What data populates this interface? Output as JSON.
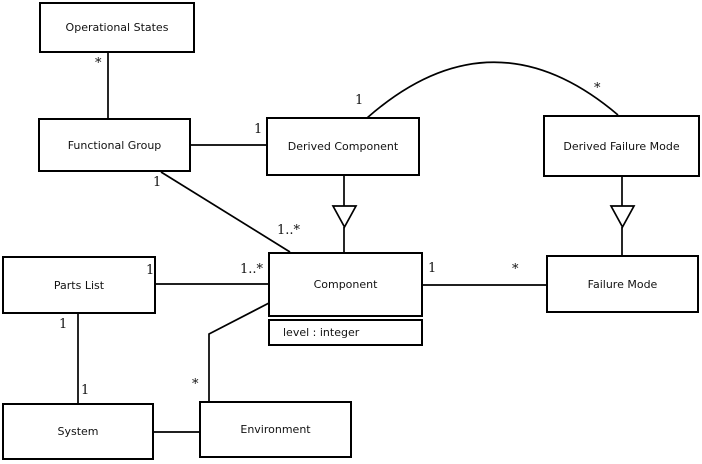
{
  "diagram": {
    "type": "uml-class-diagram",
    "background_color": "#ffffff",
    "line_color": "#000000",
    "classes": {
      "operational_states": {
        "label": "Operational States"
      },
      "functional_group": {
        "label": "Functional Group"
      },
      "derived_component": {
        "label": "Derived Component"
      },
      "derived_failure_mode": {
        "label": "Derived Failure Mode"
      },
      "parts_list": {
        "label": "Parts List"
      },
      "component": {
        "label": "Component",
        "attribute": "level : integer"
      },
      "failure_mode": {
        "label": "Failure Mode"
      },
      "system": {
        "label": "System"
      },
      "environment": {
        "label": "Environment"
      }
    },
    "multiplicities": {
      "os_end_star": "*",
      "dc_fg_end_one": "1",
      "fg_comp_end_one": "1",
      "comp_fg_end_many": "1..*",
      "dc_arc_end_one": "1",
      "dfm_arc_end_star": "*",
      "pl_comp_end_one": "1",
      "comp_pl_end_many": "1..*",
      "comp_fm_end_one": "1",
      "fm_comp_end_star": "*",
      "pl_sys_end_one": "1",
      "sys_pl_end_one": "1",
      "env_comp_end_star": "*"
    },
    "relationships": [
      {
        "from": "operational_states",
        "to": "functional_group",
        "type": "association",
        "from_mult": "*"
      },
      {
        "from": "functional_group",
        "to": "derived_component",
        "type": "association",
        "to_mult": "1"
      },
      {
        "from": "functional_group",
        "to": "component",
        "type": "association",
        "from_mult": "1",
        "to_mult": "1..*"
      },
      {
        "from": "derived_component",
        "to": "derived_failure_mode",
        "type": "association",
        "from_mult": "1",
        "to_mult": "*"
      },
      {
        "from": "derived_component",
        "to": "component",
        "type": "generalization"
      },
      {
        "from": "derived_failure_mode",
        "to": "failure_mode",
        "type": "generalization"
      },
      {
        "from": "parts_list",
        "to": "component",
        "type": "association",
        "from_mult": "1",
        "to_mult": "1..*"
      },
      {
        "from": "component",
        "to": "failure_mode",
        "type": "association",
        "from_mult": "1",
        "to_mult": "*"
      },
      {
        "from": "parts_list",
        "to": "system",
        "type": "association",
        "from_mult": "1",
        "to_mult": "1"
      },
      {
        "from": "system",
        "to": "environment",
        "type": "association"
      },
      {
        "from": "component",
        "to": "environment",
        "type": "association",
        "to_mult": "*"
      }
    ]
  }
}
